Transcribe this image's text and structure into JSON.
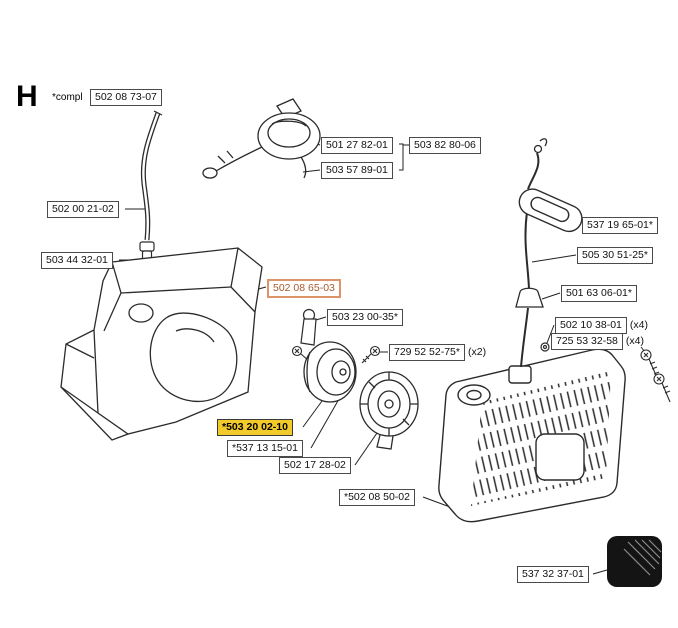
{
  "page": {
    "section_letter": "H",
    "compl_note": "*compl"
  },
  "colors": {
    "diagram_line": "#2b2b2b",
    "label_border": "#4a4a4a",
    "highlight_orange": "#dd9468",
    "highlight_yellow": "#f2cb2a",
    "decal_fill": "#141414"
  },
  "labels": [
    {
      "id": "502-08-73-07",
      "text": "502 08 73-07",
      "variant": "normal"
    },
    {
      "id": "501-27-82-01",
      "text": "501 27 82-01",
      "variant": "normal"
    },
    {
      "id": "503-82-80-06",
      "text": "503 82 80-06",
      "variant": "normal"
    },
    {
      "id": "503-57-89-01",
      "text": "503 57 89-01",
      "variant": "normal"
    },
    {
      "id": "502-00-21-02",
      "text": "502 00 21-02",
      "variant": "normal"
    },
    {
      "id": "503-44-32-01",
      "text": "503 44 32-01",
      "variant": "normal"
    },
    {
      "id": "502-08-65-03",
      "text": "502 08 65-03",
      "variant": "orange"
    },
    {
      "id": "503-23-00-35",
      "text": "503 23 00-35*",
      "variant": "normal"
    },
    {
      "id": "729-52-52-75",
      "text": "729 52 52-75*",
      "suffix": "(x2)",
      "variant": "normal"
    },
    {
      "id": "537-19-65-01",
      "text": "537 19 65-01*",
      "variant": "normal"
    },
    {
      "id": "505-30-51-25",
      "text": "505 30 51-25*",
      "variant": "normal"
    },
    {
      "id": "501-63-06-01",
      "text": "501 63 06-01*",
      "variant": "normal"
    },
    {
      "id": "502-10-38-01",
      "text": "502 10 38-01",
      "suffix": "(x4)",
      "variant": "normal"
    },
    {
      "id": "725-53-32-58",
      "text": "725 53 32-58",
      "suffix": "(x4)",
      "variant": "normal"
    },
    {
      "id": "503-20-02-10",
      "text": "*503 20 02-10",
      "variant": "yellow"
    },
    {
      "id": "537-13-15-01",
      "text": "*537 13 15-01",
      "variant": "normal"
    },
    {
      "id": "502-17-28-02",
      "text": "502 17 28-02",
      "variant": "normal"
    },
    {
      "id": "502-08-50-02",
      "text": "*502 08 50-02",
      "variant": "normal"
    },
    {
      "id": "537-32-37-01",
      "text": "537 32 37-01",
      "variant": "normal"
    }
  ]
}
